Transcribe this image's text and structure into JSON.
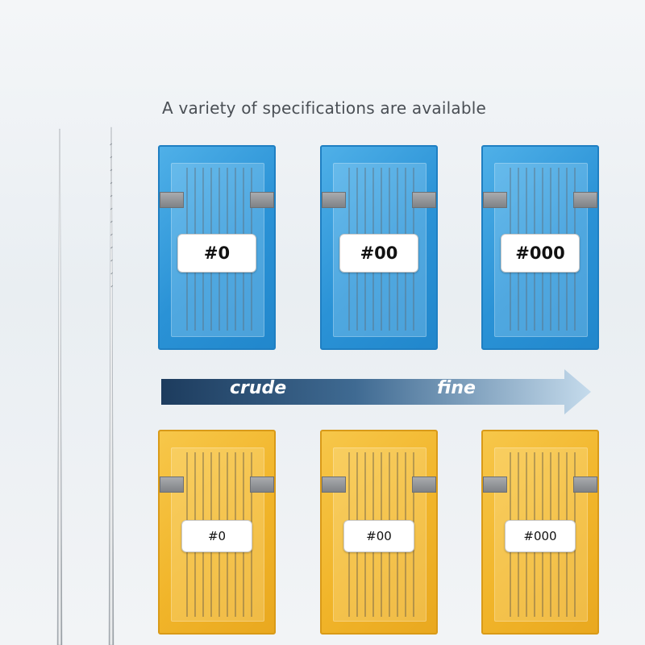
{
  "headline": "A variety of specifications are available",
  "arrow": {
    "left_label": "crude",
    "right_label": "fine"
  },
  "colors": {
    "blue_box": "#2a92d6",
    "yellow_box": "#f1b52a",
    "arrow_dark": "#1d3c5e",
    "arrow_light": "#b9d2e6"
  },
  "boxes": {
    "blue": [
      {
        "label": "#0"
      },
      {
        "label": "#00"
      },
      {
        "label": "#000"
      }
    ],
    "yellow": [
      {
        "label": "#0"
      },
      {
        "label": "#00"
      },
      {
        "label": "#000"
      }
    ]
  }
}
